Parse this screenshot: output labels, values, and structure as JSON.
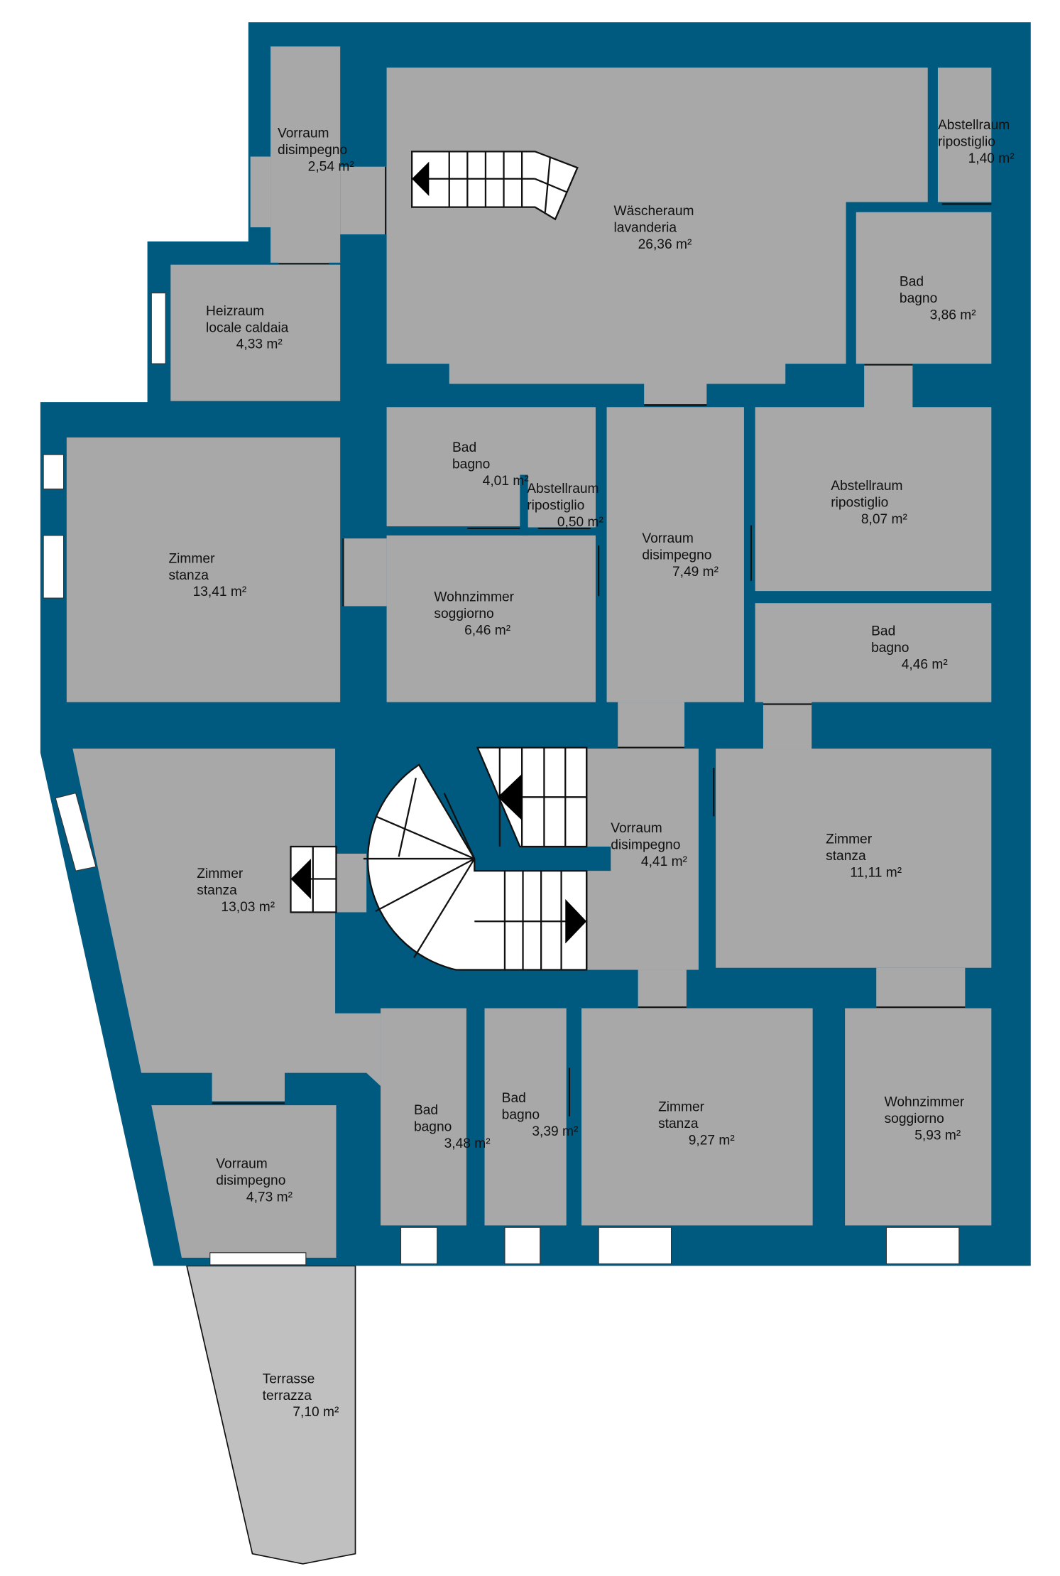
{
  "colors": {
    "wall": "#005a80",
    "room": "#a8a8a8",
    "terrace": "#c0c0c0"
  },
  "rooms": [
    {
      "de": "Vorraum",
      "it": "disimpegno",
      "area": "2,54 m²"
    },
    {
      "de": "Wäscheraum",
      "it": "lavanderia",
      "area": "26,36 m²"
    },
    {
      "de": "Abstellraum",
      "it": "ripostiglio",
      "area": "1,40 m²"
    },
    {
      "de": "Bad",
      "it": "bagno",
      "area": "3,86 m²"
    },
    {
      "de": "Heizraum",
      "it": "locale caldaia",
      "area": "4,33 m²"
    },
    {
      "de": "Zimmer",
      "it": "stanza",
      "area": "13,41 m²"
    },
    {
      "de": "Bad",
      "it": "bagno",
      "area": "4,01 m²"
    },
    {
      "de": "Abstellraum",
      "it": "ripostiglio",
      "area": "0,50 m²"
    },
    {
      "de": "Wohnzimmer",
      "it": "soggiorno",
      "area": "6,46 m²"
    },
    {
      "de": "Vorraum",
      "it": "disimpegno",
      "area": "7,49 m²"
    },
    {
      "de": "Abstellraum",
      "it": "ripostiglio",
      "area": "8,07 m²"
    },
    {
      "de": "Bad",
      "it": "bagno",
      "area": "4,46 m²"
    },
    {
      "de": "Zimmer",
      "it": "stanza",
      "area": "13,03 m²"
    },
    {
      "de": "Vorraum",
      "it": "disimpegno",
      "area": "4,41 m²"
    },
    {
      "de": "Zimmer",
      "it": "stanza",
      "area": "11,11 m²"
    },
    {
      "de": "Vorraum",
      "it": "disimpegno",
      "area": "4,73 m²"
    },
    {
      "de": "Bad",
      "it": "bagno",
      "area": "3,48 m²"
    },
    {
      "de": "Bad",
      "it": "bagno",
      "area": "3,39 m²"
    },
    {
      "de": "Zimmer",
      "it": "stanza",
      "area": "9,27 m²"
    },
    {
      "de": "Wohnzimmer",
      "it": "soggiorno",
      "area": "5,93 m²"
    },
    {
      "de": "Terrasse",
      "it": "terrazza",
      "area": "7,10 m²"
    }
  ]
}
